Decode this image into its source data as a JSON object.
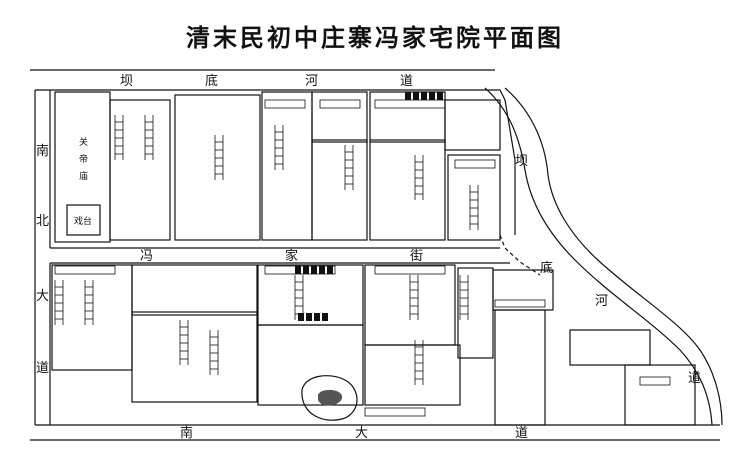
{
  "title": "清末民初中庄寨冯家宅院平面图",
  "road_top": [
    "坝",
    "底",
    "河",
    "道"
  ],
  "road_right": [
    "坝",
    "底",
    "河",
    "道"
  ],
  "road_left": [
    "南",
    "北",
    "大",
    "道"
  ],
  "road_middle": [
    "冯",
    "家",
    "街"
  ],
  "road_bottom": [
    "南",
    "大",
    "道"
  ],
  "temple": {
    "name": [
      "关",
      "帝",
      "庙"
    ],
    "stage": "戏台"
  },
  "colors": {
    "ink": "#111111",
    "paper": "#ffffff",
    "pond": "#555555"
  }
}
